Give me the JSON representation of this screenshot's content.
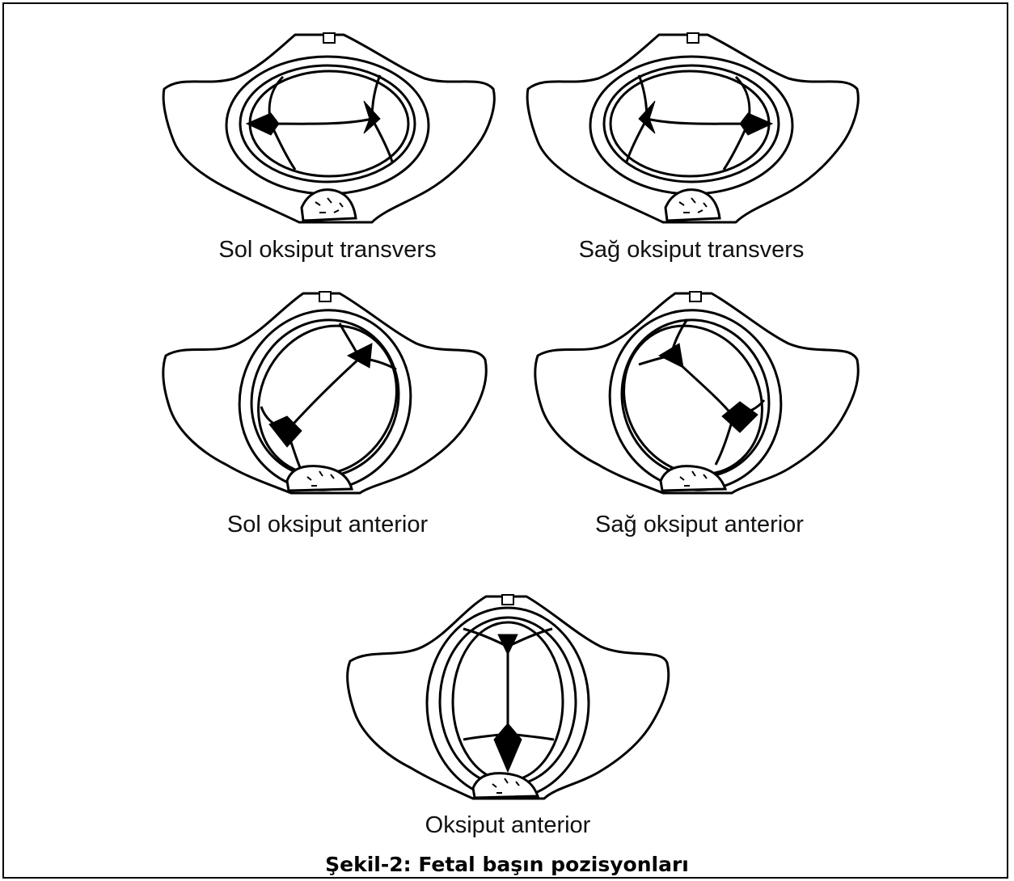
{
  "figure": {
    "title": "Şekil-2: Fetal başın pozisyonları",
    "panels": [
      {
        "id": "lot",
        "label": "Sol oksiput transvers"
      },
      {
        "id": "rot",
        "label": "Sağ oksiput transvers"
      },
      {
        "id": "loa",
        "label": "Sol oksiput anterior"
      },
      {
        "id": "roa",
        "label": "Sağ oksiput anterior"
      },
      {
        "id": "oa",
        "label": "Oksiput anterior"
      }
    ]
  }
}
